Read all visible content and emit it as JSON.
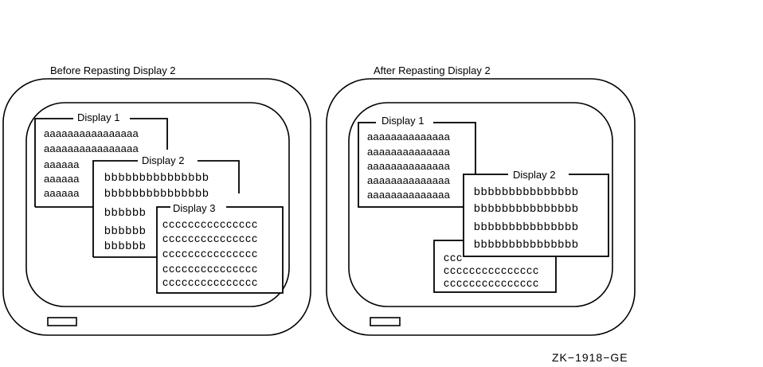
{
  "before": {
    "title": "Before Repasting Display 2",
    "display1": {
      "label": "Display 1",
      "rows": [
        "aaaaaaaaaaaaaaaa",
        "aaaaaaaaaaaaaaaa",
        "aaaaaa",
        "aaaaaa",
        "aaaaaa"
      ]
    },
    "display2": {
      "label": "Display 2",
      "rows": [
        "bbbbbbbbbbbbbbb",
        "bbbbbbbbbbbbbbb",
        "bbbbbb",
        "bbbbbb",
        "bbbbbb"
      ]
    },
    "display3": {
      "label": "Display 3",
      "rows": [
        "ccccccccccccccc",
        "ccccccccccccccc",
        "ccccccccccccccc",
        "ccccccccccccccc",
        "ccccccccccccccc"
      ]
    }
  },
  "after": {
    "title": "After Repasting Display 2",
    "display1": {
      "label": "Display 1",
      "rows": [
        "aaaaaaaaaaaaaa",
        "aaaaaaaaaaaaaa",
        "aaaaaaaaaaaaaa",
        "aaaaaaaaaaaaaa",
        "aaaaaaaaaaaaaa"
      ]
    },
    "display2": {
      "label": "Display 2",
      "rows": [
        "bbbbbbbbbbbbbbb",
        "bbbbbbbbbbbbbbb",
        "bbbbbbbbbbbbbbb",
        "bbbbbbbbbbbbbbb"
      ]
    },
    "display3": {
      "rows": [
        "ccc",
        "ccccccccccccccc",
        "ccccccccccccccc"
      ]
    }
  },
  "figure_code": "ZK−1918−GE"
}
